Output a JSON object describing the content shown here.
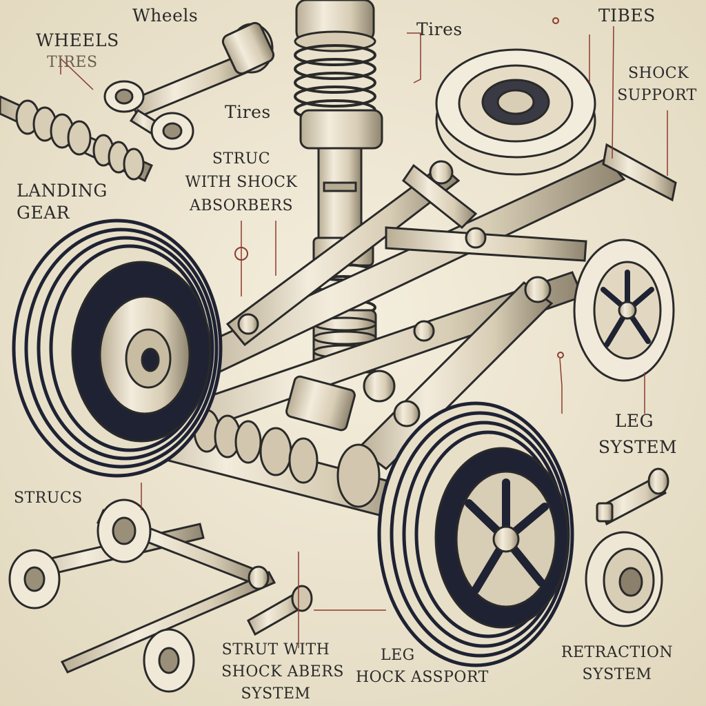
{
  "labels": {
    "wheels_top": "Wheels",
    "wheels_left": "WHEELS",
    "tires_left": "TIRES",
    "tires_top": "Tires",
    "tires_mid": "Tires",
    "tibes": "TIBES",
    "shock_support_1": "SHOCK",
    "shock_support_2": "SUPPORT",
    "landing_gear_1": "LANDING",
    "landing_gear_2": "GEAR",
    "struc_1": "STRUC",
    "struc_2": "WITH SHOCK",
    "struc_3": "ABSORBERS",
    "leg_system_1": "LEG",
    "leg_system_2": "SYSTEM",
    "strucs": "STRUCS",
    "strut_bottom_1": "STRUT WITH",
    "strut_bottom_2": "SHOCK ABERS",
    "strut_bottom_3": "SYSTEM",
    "leg_bottom": "LEG",
    "hock_asport": "HOCK ASSPORT",
    "retraction_1": "RETRACTION",
    "retraction_2": "SYSTEM"
  },
  "colors": {
    "background": "#eee7d3",
    "ink": "#2a2a2a",
    "tire": "#1e2233",
    "metal": "#e6dcc6",
    "leader": "#a33a2e"
  }
}
